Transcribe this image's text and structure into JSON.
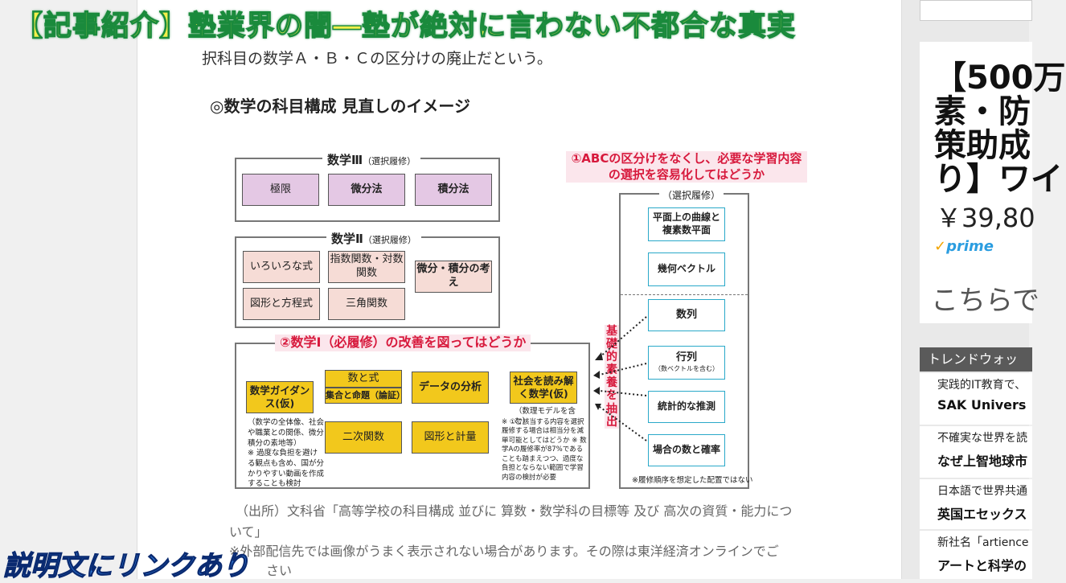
{
  "caption": {
    "top": "【記事紹介】塾業界の闇―塾が絶対に言わない不都合な真実",
    "bottom": "説明文にリンクあり"
  },
  "article": {
    "para_line_2": "択科目の数学Ａ・Ｂ・Ｃの区分けの廃止だという。",
    "figure_title": "◎数学の科目構成 見直しのイメージ",
    "figure": {
      "math3": {
        "label": "数学Ⅲ",
        "sub": "（選択履修）",
        "items": [
          "極限",
          "微分法",
          "積分法"
        ]
      },
      "math2": {
        "label": "数学Ⅱ",
        "sub": "（選択履修）",
        "items": [
          "いろいろな式",
          "指数関数・対数関数",
          "微分・積分の考え",
          "図形と方程式",
          "三角関数"
        ]
      },
      "math1": {
        "heading": "②数学Ⅰ（必履修）の改善を図ってはどうか",
        "guidance": "数学ガイダンス(仮)",
        "guidance_note": "（数学の全体像、社会や職業との関係、微分積分の素地等）",
        "guidance_note2": "※ 過度な負担を避ける観点も含め、国が分かりやすい動画を作成することも検討",
        "items": [
          "数と式",
          "集合と命題（論証）",
          "データの分析",
          "二次関数",
          "図形と計量"
        ],
        "society": "社会を読み解く数学(仮)",
        "society_note": "（数理モデルを含む）",
        "society_note2": "※ ①で該当する内容を選択履修する場合は相当分を減単可能としてはどうか ※ 数学Aの履修率が87%であることも踏まえつつ、過度な負担とならない範囲で学習内容の検討が必要"
      },
      "right": {
        "proposal": "①ABCの区分けをなくし、必要な学習内容の選択を容易化してはどうか",
        "sub": "（選択履修）",
        "items": [
          "平面上の曲線と複素数平面",
          "幾何ベクトル",
          "数列",
          "行列",
          "統計的な推測",
          "場合の数と確率"
        ],
        "matrix_note": "（数ベクトルを含む）",
        "vertical": "基礎的素養を抽出",
        "footnote": "※履修順序を想定した配置ではない"
      }
    },
    "source_1": "（出所）文科省「高等学校の科目構成 並びに 算数・数学科の目標等 及び 高次の資質・能力につ",
    "source_2": "いて」",
    "source_3": "※外部配信先では画像がうまく表示されない場合があります。その際は東洋経済オンラインでご",
    "source_4": "さい"
  },
  "sidebar": {
    "ad_title_lines": [
      "【500万",
      "素・防",
      "策助成",
      "り】ワイ"
    ],
    "ad_price": "￥39,80",
    "prime": "prime",
    "ad_cta": "こちらで",
    "trend_heading": "トレンドウォッ",
    "trends": [
      {
        "sub": "実践的IT教育で、",
        "main": "SAK Univers"
      },
      {
        "sub": "不確実な世界を読",
        "main": "なぜ上智地球市"
      },
      {
        "sub": "日本語で世界共通",
        "main": "英国エセックス"
      },
      {
        "sub": "新社名「artience",
        "main": "アートと科学の"
      }
    ]
  },
  "colors": {
    "caption_fill": "#f4f04a",
    "caption_stroke": "#1a8a3c",
    "link_caption": "#2f7fe0",
    "accent_red": "#d7193c",
    "math1_yellow": "#f2c81c",
    "math3_purple": "#e4c8e4",
    "math2_pink": "#f6dcd6"
  }
}
